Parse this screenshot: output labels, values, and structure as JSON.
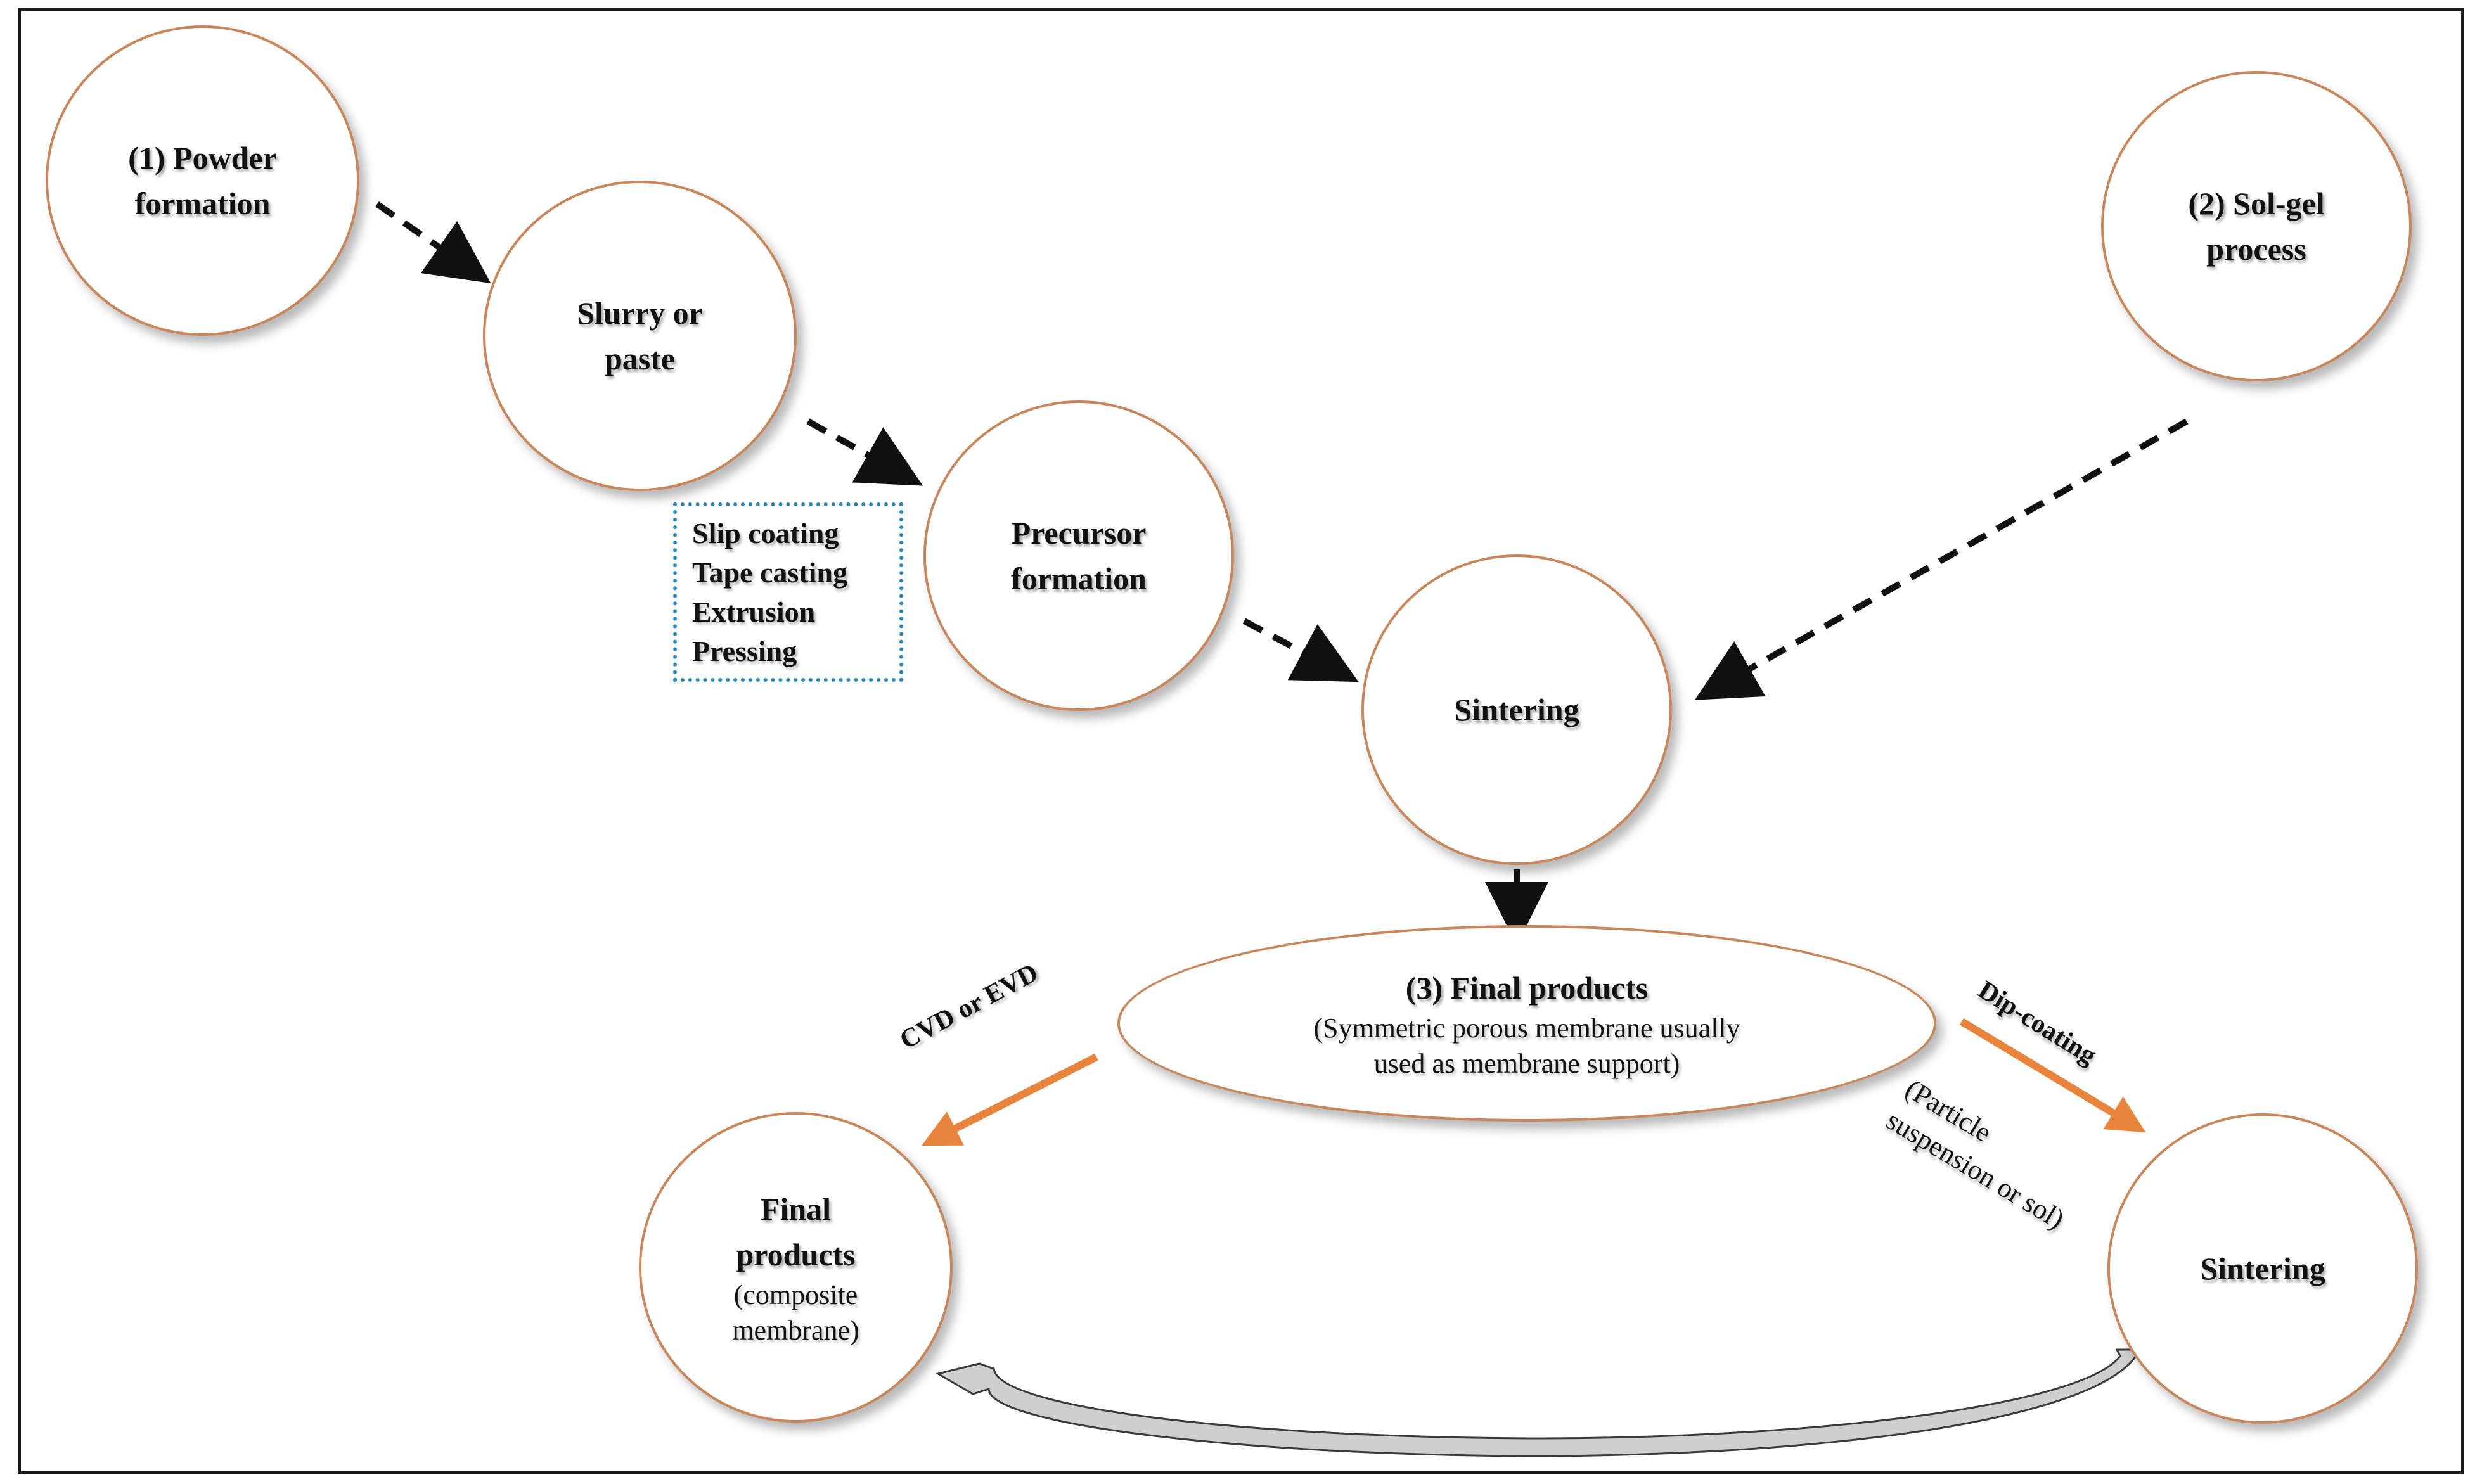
{
  "nodes": {
    "powder_formation": "(1) Powder\nformation",
    "slurry_paste": "Slurry or\npaste",
    "sol_gel": "(2) Sol-gel\nprocess",
    "precursor": "Precursor\nformation",
    "sintering_center": "Sintering",
    "final_products_main_title": "(3) Final products",
    "final_products_main_desc": "(Symmetric porous membrane usually\nused as membrane support)",
    "final_products_composite_title": "Final\nproducts",
    "final_products_composite_desc": "(composite\nmembrane)",
    "sintering_right": "Sintering"
  },
  "shaping_methods": [
    "Slip coating",
    "Tape casting",
    "Extrusion",
    "Pressing"
  ],
  "edge_labels": {
    "cvd_evd": "CVD or EVD",
    "dip_coating": "Dip-coating",
    "particle_suspension": "(Particle\nsuspension or sol)"
  },
  "colors": {
    "node_border": "#c8875a",
    "solid_arrow": "#e8843c",
    "dashed_arrow": "#111111",
    "method_box_border": "#2a86b8"
  }
}
